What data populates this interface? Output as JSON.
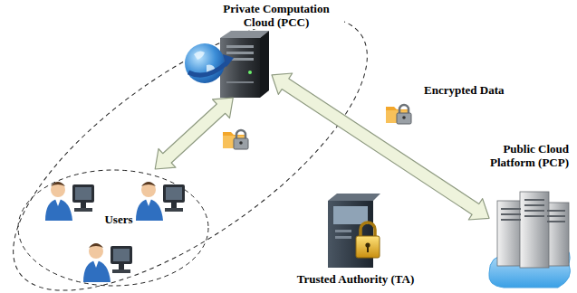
{
  "diagram": {
    "nodes": [
      {
        "text": [
          "Private Computation Cloud (PCC)"
        ]
      },
      {
        "text": [
          "Users"
        ]
      },
      {
        "text": [
          "Public Cloud Platform (PCP)"
        ]
      },
      {
        "text": [
          "Trusted Authority (TA)"
        ]
      }
    ],
    "edges": [
      {
        "from": 1,
        "to": 0,
        "arrow": "both"
      },
      {
        "from": 0,
        "to": 2,
        "label": "Encrypted Data",
        "arrow": "both"
      }
    ]
  }
}
